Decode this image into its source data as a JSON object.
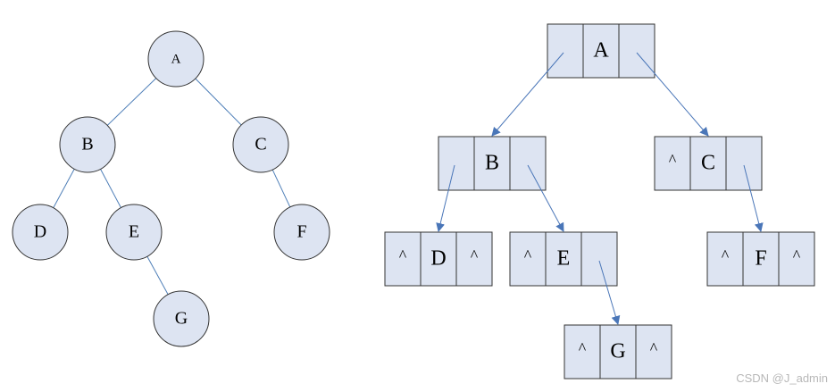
{
  "colors": {
    "node_fill": "#dde4f2",
    "node_stroke": "#333333",
    "tree_edge": "#4f7fb8",
    "pointer_arrow": "#4a76b8",
    "text": "#000000",
    "watermark": "#b8b8b8"
  },
  "tree": {
    "nodes": [
      {
        "id": "A",
        "label": "A"
      },
      {
        "id": "B",
        "label": "B"
      },
      {
        "id": "C",
        "label": "C"
      },
      {
        "id": "D",
        "label": "D"
      },
      {
        "id": "E",
        "label": "E"
      },
      {
        "id": "F",
        "label": "F"
      },
      {
        "id": "G",
        "label": "G"
      }
    ],
    "edges": [
      {
        "from": "A",
        "to": "B"
      },
      {
        "from": "A",
        "to": "C"
      },
      {
        "from": "B",
        "to": "D"
      },
      {
        "from": "B",
        "to": "E"
      },
      {
        "from": "C",
        "to": "F"
      },
      {
        "from": "E",
        "to": "G"
      }
    ]
  },
  "linked": {
    "null_symbol": "^",
    "nodes": [
      {
        "id": "A",
        "left": "",
        "data": "A",
        "right": ""
      },
      {
        "id": "B",
        "left": "",
        "data": "B",
        "right": ""
      },
      {
        "id": "C",
        "left": "^",
        "data": "C",
        "right": ""
      },
      {
        "id": "D",
        "left": "^",
        "data": "D",
        "right": "^"
      },
      {
        "id": "E",
        "left": "^",
        "data": "E",
        "right": ""
      },
      {
        "id": "F",
        "left": "^",
        "data": "F",
        "right": "^"
      },
      {
        "id": "G",
        "left": "^",
        "data": "G",
        "right": "^"
      }
    ],
    "pointers": [
      {
        "from": "A",
        "side": "left",
        "to": "B"
      },
      {
        "from": "A",
        "side": "right",
        "to": "C"
      },
      {
        "from": "B",
        "side": "left",
        "to": "D"
      },
      {
        "from": "B",
        "side": "right",
        "to": "E"
      },
      {
        "from": "C",
        "side": "right",
        "to": "F"
      },
      {
        "from": "E",
        "side": "right",
        "to": "G"
      }
    ]
  },
  "watermark": "CSDN @J_admin"
}
